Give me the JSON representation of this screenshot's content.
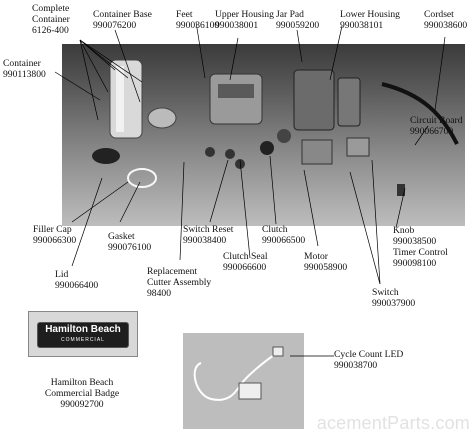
{
  "labels": {
    "complete_container": {
      "title_1": "Complete",
      "title_2": "Container",
      "number": "6126-400"
    },
    "container_base": {
      "title": "Container Base",
      "number": "990076200"
    },
    "feet": {
      "title": "Feet",
      "number": "990036100"
    },
    "upper_housing": {
      "title": "Upper Housing",
      "number": "990038001"
    },
    "jar_pad": {
      "title": "Jar Pad",
      "number": "990059200"
    },
    "lower_housing": {
      "title": "Lower Housing",
      "number": "990038101"
    },
    "cordset": {
      "title": "Cordset",
      "number": "990038600"
    },
    "container": {
      "title": "Container",
      "number": "990113800"
    },
    "circuit_board": {
      "title": "Circuit Board",
      "number": "990066700"
    },
    "filler_cap": {
      "title": "Filler Cap",
      "number": "990066300"
    },
    "gasket": {
      "title": "Gasket",
      "number": "990076100"
    },
    "switch_reset": {
      "title": "Switch Reset",
      "number": "990038400"
    },
    "clutch": {
      "title": "Clutch",
      "number": "990066500"
    },
    "knob": {
      "title": "Knob",
      "number": "990038500"
    },
    "timer_control": {
      "title": "Timer Control",
      "number": "990098100"
    },
    "lid": {
      "title": "Lid",
      "number": "990066400"
    },
    "replacement_cutter": {
      "title_1": "Replacement",
      "title_2": "Cutter Assembly",
      "number": "98400"
    },
    "clutch_seal": {
      "title": "Clutch Seal",
      "number": "990066600"
    },
    "motor": {
      "title": "Motor",
      "number": "990058900"
    },
    "switch": {
      "title": "Switch",
      "number": "990037900"
    },
    "hb_badge": {
      "title_1": "Hamilton Beach",
      "title_2": "Commercial Badge",
      "number": "990092700"
    },
    "cycle_count_led": {
      "title": "Cycle Count LED",
      "number": "990038700"
    }
  },
  "badge": {
    "brand": "Hamilton Beach",
    "sub": "COMMERCIAL"
  },
  "watermark": "acementParts.com"
}
